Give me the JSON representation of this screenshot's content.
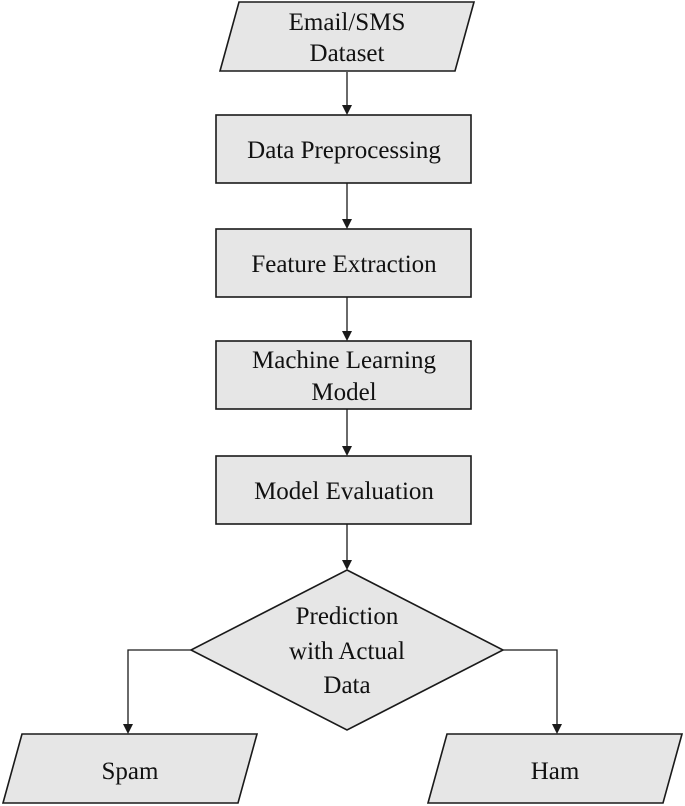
{
  "nodes": {
    "dataset": {
      "lines": [
        "Email/SMS",
        "Dataset"
      ]
    },
    "preprocessing": {
      "lines": [
        "Data Preprocessing"
      ]
    },
    "feature_extraction": {
      "lines": [
        "Feature Extraction"
      ]
    },
    "ml_model": {
      "lines": [
        "Machine Learning",
        "Model"
      ]
    },
    "evaluation": {
      "lines": [
        "Model Evaluation"
      ]
    },
    "prediction": {
      "lines": [
        "Prediction",
        "with Actual",
        "Data"
      ]
    },
    "spam": {
      "lines": [
        "Spam"
      ]
    },
    "ham": {
      "lines": [
        "Ham"
      ]
    }
  },
  "colors": {
    "node_fill": "#e6e6e6",
    "stroke": "#1a1a1a",
    "text": "#111111"
  }
}
